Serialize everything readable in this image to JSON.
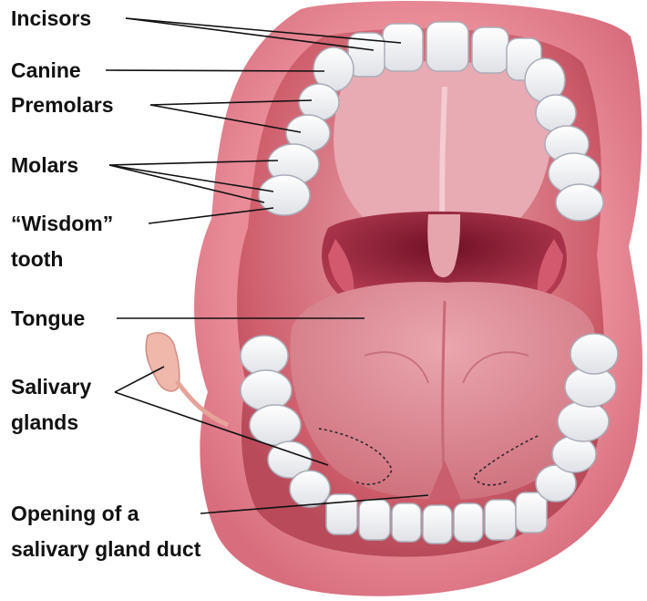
{
  "labels": {
    "incisors": "Incisors",
    "canine": "Canine",
    "premolars": "Premolars",
    "molars": "Molars",
    "wisdom_line1": "“Wisdom”",
    "wisdom_line2": "tooth",
    "tongue": "Tongue",
    "salivary_line1": "Salivary",
    "salivary_line2": "glands",
    "opening_line1": "Opening of a",
    "opening_line2": "salivary gland duct"
  },
  "colors": {
    "lip": "#e7838f",
    "lip_dark": "#c85564",
    "mouth_inner": "#d1606c",
    "palate": "#e4a3ae",
    "throat": "#8c1f33",
    "tongue": "#dd8e97",
    "tooth": "#f2f2ef",
    "tooth_shadow": "#c9cdd6",
    "gland": "#efb3a8",
    "leader_line": "#111111"
  }
}
